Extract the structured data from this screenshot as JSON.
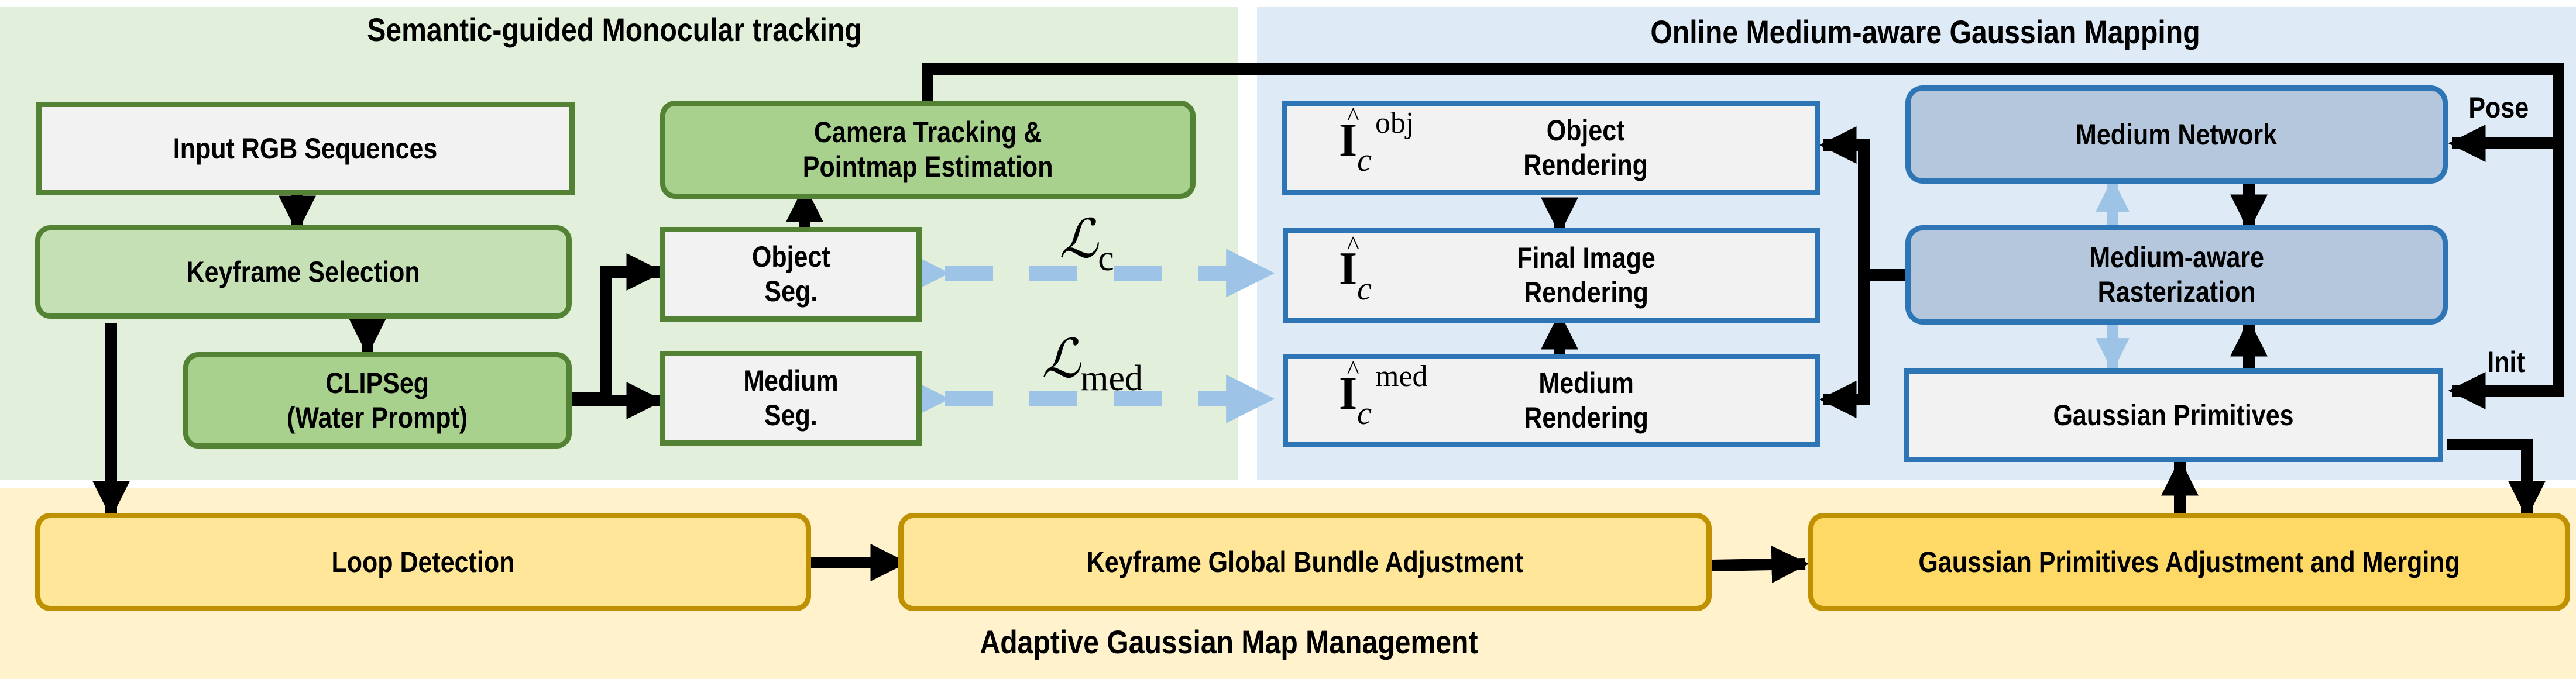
{
  "sections": {
    "tracking": "Semantic-guided Monocular tracking",
    "mapping": "Online Medium-aware Gaussian Mapping",
    "management": "Adaptive Gaussian Map Management"
  },
  "tracking_nodes": {
    "input": "Input RGB Sequences",
    "keyframe": "Keyframe Selection",
    "clipseg": "CLIPSeg\n(Water Prompt)",
    "camera": "Camera Tracking &\nPointmap Estimation",
    "object_seg": "Object\nSeg.",
    "medium_seg": "Medium\nSeg."
  },
  "mapping_nodes": {
    "object_render": "Object\nRendering",
    "final_render": "Final Image\nRendering",
    "medium_render": "Medium\nRendering",
    "medium_network": "Medium Network",
    "rasterization": "Medium-aware\nRasterization",
    "primitives": "Gaussian Primitives"
  },
  "math": {
    "symbol": "I",
    "hat": "^",
    "subscript": "c",
    "obj_sup": "obj",
    "med_sup": "med",
    "loss_symbol": "ℒ",
    "loss_c_sub": "c",
    "loss_med_sub": "med"
  },
  "edge_labels": {
    "pose": "Pose",
    "init": "Init"
  },
  "management_nodes": {
    "loop": "Loop Detection",
    "bundle": "Keyframe Global Bundle Adjustment",
    "adjust": "Gaussian Primitives Adjustment and Merging"
  },
  "colors": {
    "green_border": "#548235",
    "blue_border": "#2e75b6",
    "yellow_border": "#bf9000",
    "loss_arrow": "#9dc3e6"
  }
}
